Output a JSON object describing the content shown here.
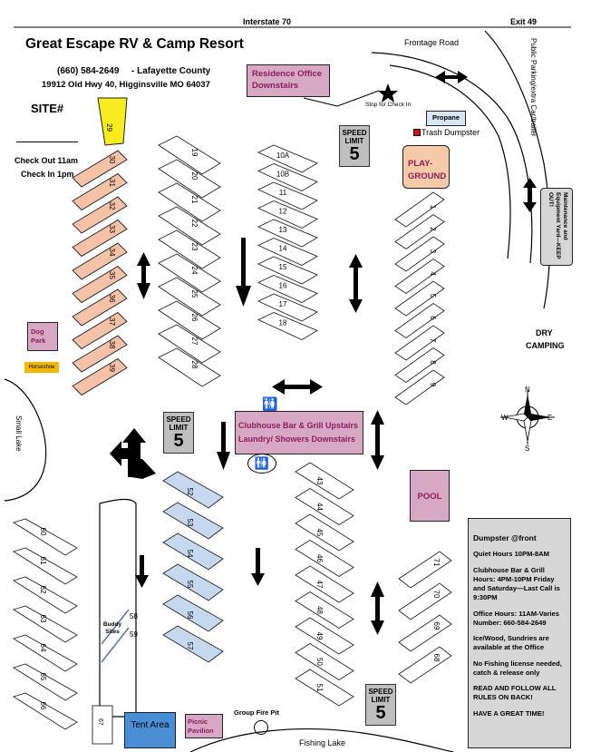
{
  "header": {
    "interstate": "Interstate 70",
    "exit": "Exit 49",
    "title": "Great Escape RV & Camp Resort",
    "phone": "(660) 584-2649",
    "county": "- Lafayette County",
    "address": "19912 Old  Hwy 40, Higginsville MO 64037",
    "site_label": "SITE#",
    "checkout": "Check Out 11am",
    "checkin": "Check In 1pm"
  },
  "roads": {
    "frontage": "Frontage Road",
    "public_parking": "Public Parking/extra Car/trailer",
    "stop_checkin": "Stop for Check In",
    "small_lake": "Small Lake",
    "fishing_lake": "Fishing Lake",
    "dry_camping": "DRY CAMPING"
  },
  "buildings": {
    "residence": "Residence Office Downstairs",
    "propane": "Propane",
    "trash": "Trash Dumpster",
    "playground": "PLAY-GROUND",
    "maintenance": "Maintenance and Equipment Yard—KEEP OUT!",
    "dog_park": "Dog Park",
    "horseshoe": "Horseshoe",
    "clubhouse_line1": "Clubhouse Bar & Grill Upstairs",
    "clubhouse_line2": "Laundry/ Showers Downstairs",
    "pool": "POOL",
    "tent_area": "Tent Area",
    "picnic": "Picnic Pavilion",
    "fire_pit": "Group Fire Pit",
    "buddy_sites": "Buddy Sites",
    "compass": {
      "n": "N",
      "s": "S",
      "e": "E",
      "w": "W"
    }
  },
  "speed_limit": {
    "label": "SPEED LIMIT",
    "value": "5"
  },
  "info_panel": {
    "dumpster": "Dumpster  @front",
    "quiet": "Quiet Hours 10PM-8AM",
    "clubhouse_hours": "Clubhouse Bar & Grill Hours: 4PM-10PM Friday and Saturday—Last Call is 9:30PM",
    "office_hours": "Office Hours: 11AM-Varies Number: 660-584-2649",
    "ice": "Ice/Wood, Sundries are available at the Office",
    "fishing": "No Fishing license needed, catch & release only",
    "rules": "READ AND FOLLOW ALL RULES ON BACK!",
    "great_time": "HAVE A GREAT TIME!"
  },
  "sites": {
    "yellow": "29",
    "left_orange": [
      "30",
      "31",
      "32",
      "33",
      "34",
      "35",
      "36",
      "37",
      "38",
      "39"
    ],
    "col_19_28": [
      "19",
      "20",
      "21",
      "22",
      "23",
      "24",
      "25",
      "26",
      "27",
      "28"
    ],
    "col_10a_18": [
      "10A",
      "10B",
      "11",
      "12",
      "13",
      "14",
      "15",
      "16",
      "17",
      "18"
    ],
    "right_1_9": [
      "1",
      "2",
      "3",
      "4",
      "5",
      "6",
      "7",
      "8",
      "9"
    ],
    "blue_52_57": [
      "52",
      "53",
      "54",
      "55",
      "56",
      "57"
    ],
    "col_43_51": [
      "43",
      "44",
      "45",
      "46",
      "47",
      "48",
      "49",
      "50",
      "51"
    ],
    "right_68_71": [
      "71",
      "70",
      "69",
      "68"
    ],
    "bottom_left_60_66": [
      "60",
      "61",
      "62",
      "63",
      "64",
      "65",
      "66"
    ],
    "buddy_58_59": [
      "58",
      "59"
    ],
    "tent_67": "67"
  },
  "colors": {
    "orange_site": "#f4c2a8",
    "blue_site": "#c6d8ee",
    "pink_building": "#d7a8c4",
    "yellow_site": "#f7ec1f",
    "playground": "#f6c9a8",
    "tent_area": "#4a8fd6",
    "horseshoe": "#f5b800",
    "propane": "#d9e6f4",
    "info_panel": "#d6d6d6",
    "speed_sign": "#bfbfbf"
  }
}
